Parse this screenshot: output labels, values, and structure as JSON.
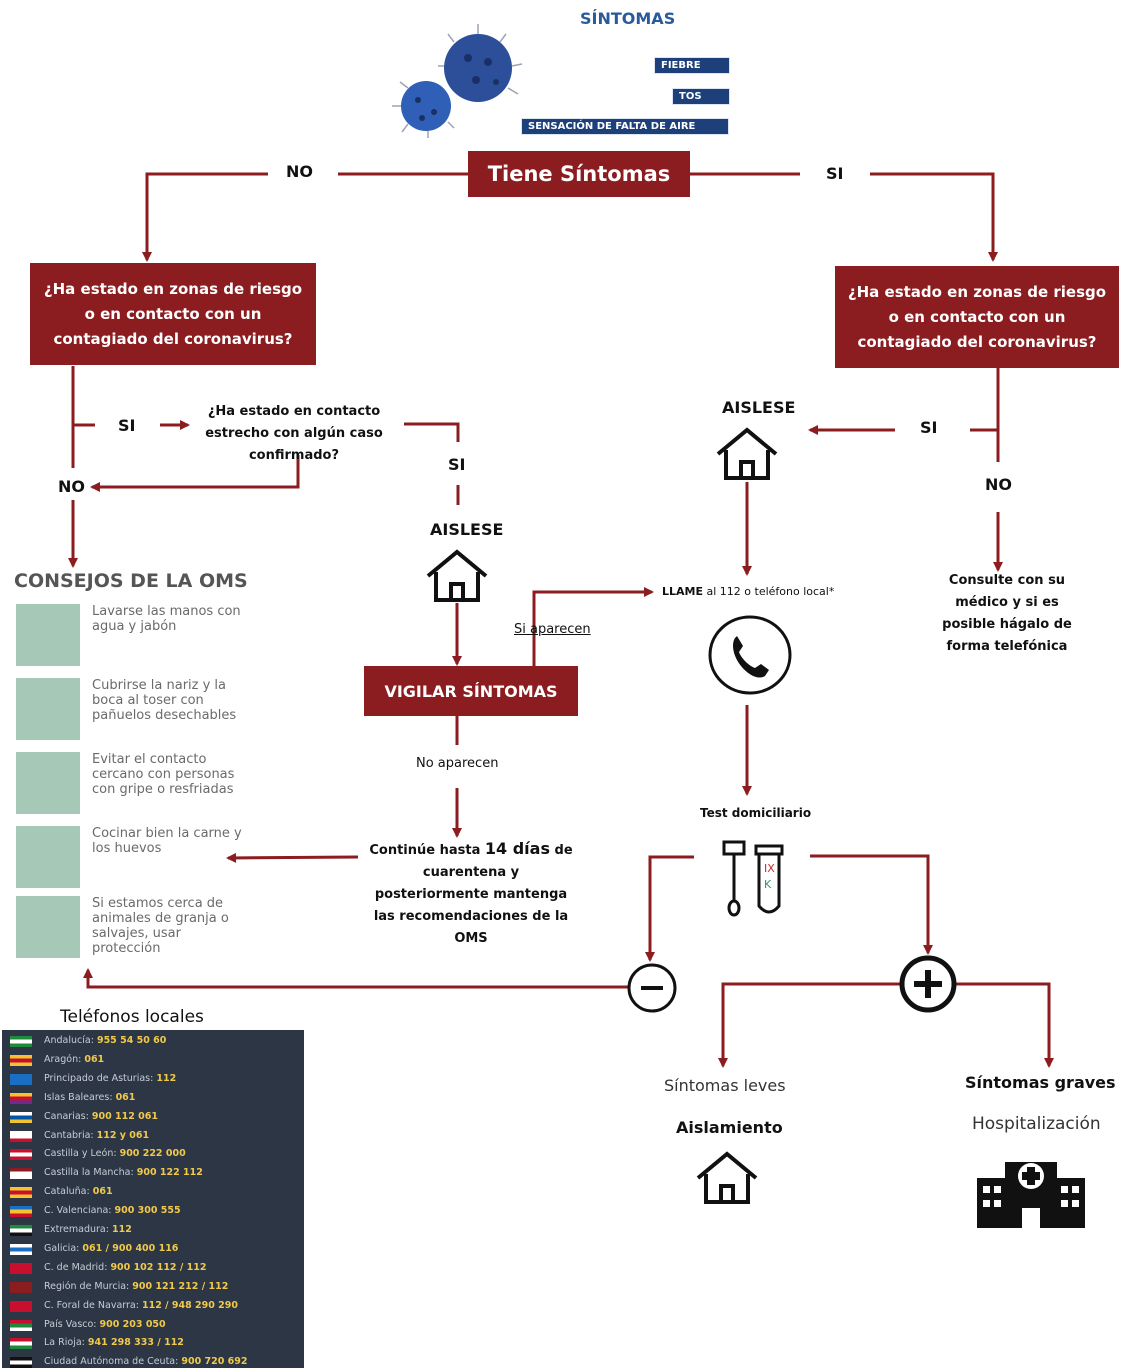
{
  "header": {
    "title": "SÍNTOMAS"
  },
  "symptom_chips": [
    "FIEBRE",
    "TOS",
    "SENSACIÓN DE FALTA DE AIRE"
  ],
  "root": {
    "label": "Tiene Síntomas",
    "no": "NO",
    "si": "SI"
  },
  "left_question": "¿Ha estado en zonas de riesgo o en contacto con un contagiado del coronavirus?",
  "right_question": "¿Ha estado en zonas de riesgo o en contacto con un contagiado del coronavirus?",
  "left_branch": {
    "si": "SI",
    "no": "NO",
    "contact_question": "¿Ha estado en contacto estrecho con algún caso confirmado?",
    "contact_si": "SI",
    "aislese": "AISLESE",
    "vigilar": "VIGILAR SÍNTOMAS",
    "si_aparecen": "Si aparecen",
    "no_aparecen": "No aparecen",
    "continue_pre": "Continúe hasta",
    "continue_days": "14 días",
    "continue_post": "de cuarentena y posteriormente mantenga las recomendaciones de la OMS"
  },
  "right_branch": {
    "aislese": "AISLESE",
    "si": "SI",
    "no": "NO",
    "llame_bold": "LLAME",
    "llame_rest": "al 112 o teléfono local*",
    "consulte": "Consulte con su médico y si es posible hágalo de forma telefónica",
    "test": "Test domiciliario",
    "leves": "Síntomas leves",
    "aislamiento": "Aislamiento",
    "graves": "Síntomas graves",
    "hospitalizacion": "Hospitalización"
  },
  "oms": {
    "title": "CONSEJOS DE LA OMS",
    "items": [
      "Lavarse las manos con agua y jabón",
      "Cubrirse la nariz y la boca al toser con pañuelos desechables",
      "Evitar el contacto cercano con personas con gripe o resfriadas",
      "Cocinar bien la carne y los huevos",
      "Si estamos cerca de animales de granja o salvajes, usar protección"
    ]
  },
  "phones": {
    "title": "Teléfonos locales",
    "rows": [
      {
        "region": "Andalucía:",
        "number": "955 54 50 60",
        "flag": [
          "#1f8a3b",
          "#ffffff",
          "#1f8a3b"
        ]
      },
      {
        "region": "Aragón:",
        "number": "061",
        "flag": [
          "#f4c430",
          "#c8102e",
          "#f4c430"
        ]
      },
      {
        "region": "Principado de Asturias:",
        "number": "112",
        "flag": [
          "#1a6fc4",
          "#1a6fc4",
          "#1a6fc4"
        ]
      },
      {
        "region": "Islas Baleares:",
        "number": "061",
        "flag": [
          "#f4c430",
          "#c8102e",
          "#6a2c91"
        ]
      },
      {
        "region": "Canarias:",
        "number": "900 112 061",
        "flag": [
          "#ffffff",
          "#0055a5",
          "#f4c430"
        ]
      },
      {
        "region": "Cantabria:",
        "number": "112 y 061",
        "flag": [
          "#ffffff",
          "#ffffff",
          "#c8102e"
        ]
      },
      {
        "region": "Castilla y León:",
        "number": "900 222 000",
        "flag": [
          "#c8102e",
          "#ffffff",
          "#c8102e"
        ]
      },
      {
        "region": "Castilla la Mancha:",
        "number": "900 122 112",
        "flag": [
          "#8b1c1f",
          "#ffffff",
          "#ffffff"
        ]
      },
      {
        "region": "Cataluña:",
        "number": "061",
        "flag": [
          "#f4c430",
          "#c8102e",
          "#f4c430"
        ]
      },
      {
        "region": "C. Valenciana:",
        "number": "900 300 555",
        "flag": [
          "#1a6fc4",
          "#f4c430",
          "#c8102e"
        ]
      },
      {
        "region": "Extremadura:",
        "number": "112",
        "flag": [
          "#1f8a3b",
          "#ffffff",
          "#111111"
        ]
      },
      {
        "region": "Galicia:",
        "number": "061 / 900 400 116",
        "flag": [
          "#ffffff",
          "#1a6fc4",
          "#ffffff"
        ]
      },
      {
        "region": "C. de Madrid:",
        "number": "900 102 112 / 112",
        "flag": [
          "#c8102e",
          "#c8102e",
          "#c8102e"
        ]
      },
      {
        "region": "Región de Murcia:",
        "number": "900 121 212 / 112",
        "flag": [
          "#8b1c1f",
          "#8b1c1f",
          "#8b1c1f"
        ]
      },
      {
        "region": "C. Foral de Navarra:",
        "number": "112 / 948 290 290",
        "flag": [
          "#c8102e",
          "#c8102e",
          "#c8102e"
        ]
      },
      {
        "region": "País Vasco:",
        "number": "900 203 050",
        "flag": [
          "#c8102e",
          "#1f8a3b",
          "#ffffff"
        ]
      },
      {
        "region": "La Rioja:",
        "number": "941 298 333 / 112",
        "flag": [
          "#c8102e",
          "#ffffff",
          "#1f8a3b"
        ]
      },
      {
        "region": "Ciudad Autónoma de Ceuta:",
        "number": "900 720 692",
        "flag": [
          "#111111",
          "#ffffff",
          "#111111"
        ]
      }
    ]
  },
  "colors": {
    "accent": "#8b1c1f",
    "line": "#8b1c1f",
    "chip": "#1d3f7a",
    "oms_icon": "#a5c9b6",
    "phone_bg": "#2c3645"
  }
}
